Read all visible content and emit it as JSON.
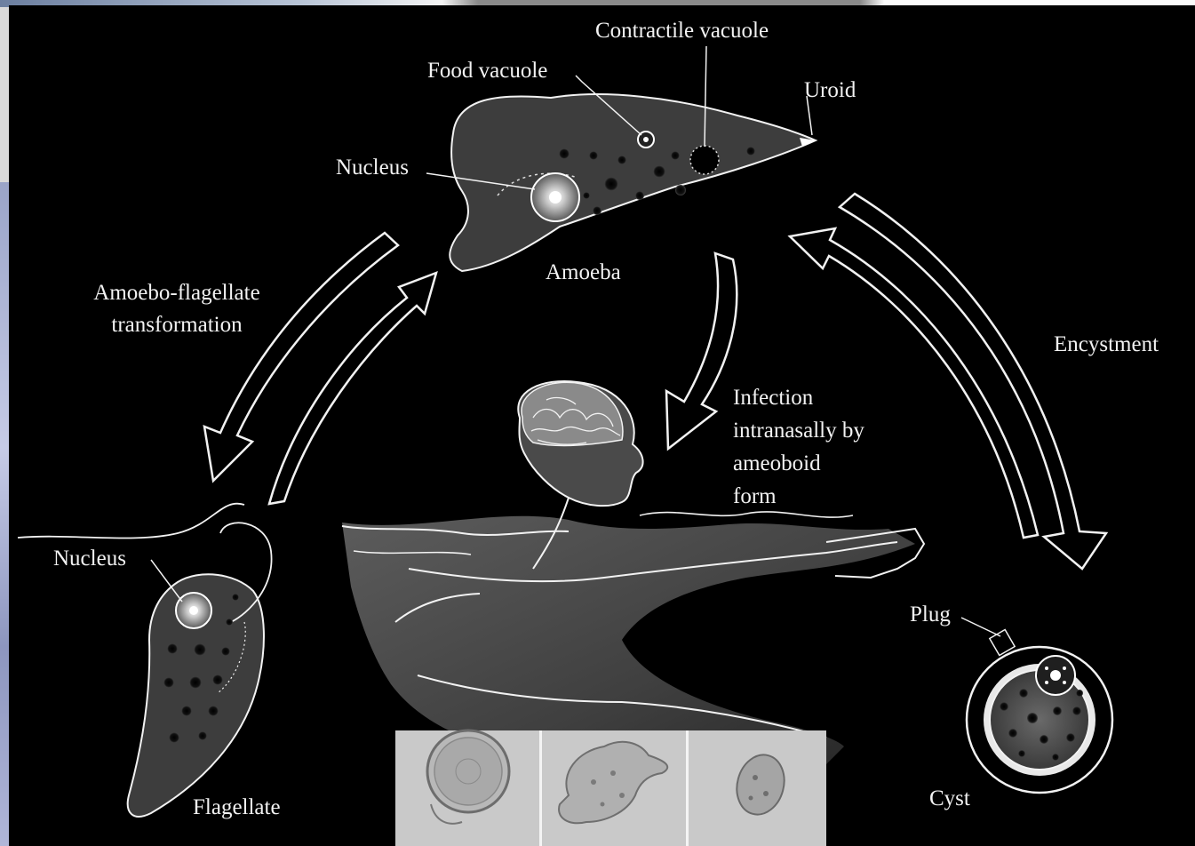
{
  "labels": {
    "contractile_vacuole": "Contractile vacuole",
    "food_vacuole": "Food vacuole",
    "uroid": "Uroid",
    "nucleus_amoeba": "Nucleus",
    "amoeba": "Amoeba",
    "amoebo_flagellate_1": "Amoebo-flagellate",
    "amoebo_flagellate_2": "transformation",
    "encystment": "Encystment",
    "infection_1": "Infection",
    "infection_2": "intranasally by",
    "infection_3": "ameoboid",
    "infection_4": "form",
    "nucleus_flagellate": "Nucleus",
    "flagellate": "Flagellate",
    "plug": "Plug",
    "cyst": "Cyst"
  },
  "colors": {
    "background": "#000000",
    "outline": "#f2f2f2",
    "cell_fill": "#4a4a4a",
    "micrograph_bg": "#c9c9c9"
  }
}
